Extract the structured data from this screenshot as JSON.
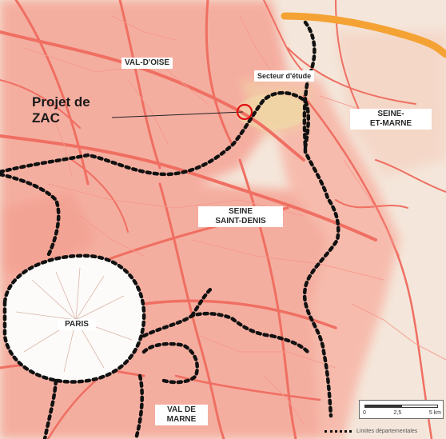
{
  "map": {
    "departments": {
      "val_doise": "VAL-D'OISE",
      "seine_et_marne_line1": "SEINE-",
      "seine_et_marne_line2": "ET-MARNE",
      "seine_saint_denis_line1": "SEINE",
      "seine_saint_denis_line2": "SAINT-DENIS",
      "paris": "PARIS",
      "val_de_marne_line1": "VAL DE",
      "val_de_marne_line2": "MARNE"
    },
    "study_area_label": "Secteur d'étude",
    "project_label_line1": "Projet de",
    "project_label_line2": "ZAC",
    "colors": {
      "background": "#f4e6da",
      "urban": "#f5a89a",
      "roads": "#ef6f62",
      "boundary": "#111111",
      "highway": "#f4a233",
      "marker": "#e01010"
    },
    "scale": {
      "ticks": [
        "0",
        "2,5",
        "5 km"
      ]
    },
    "legend": {
      "boundary_label": "Limites départementales"
    }
  }
}
